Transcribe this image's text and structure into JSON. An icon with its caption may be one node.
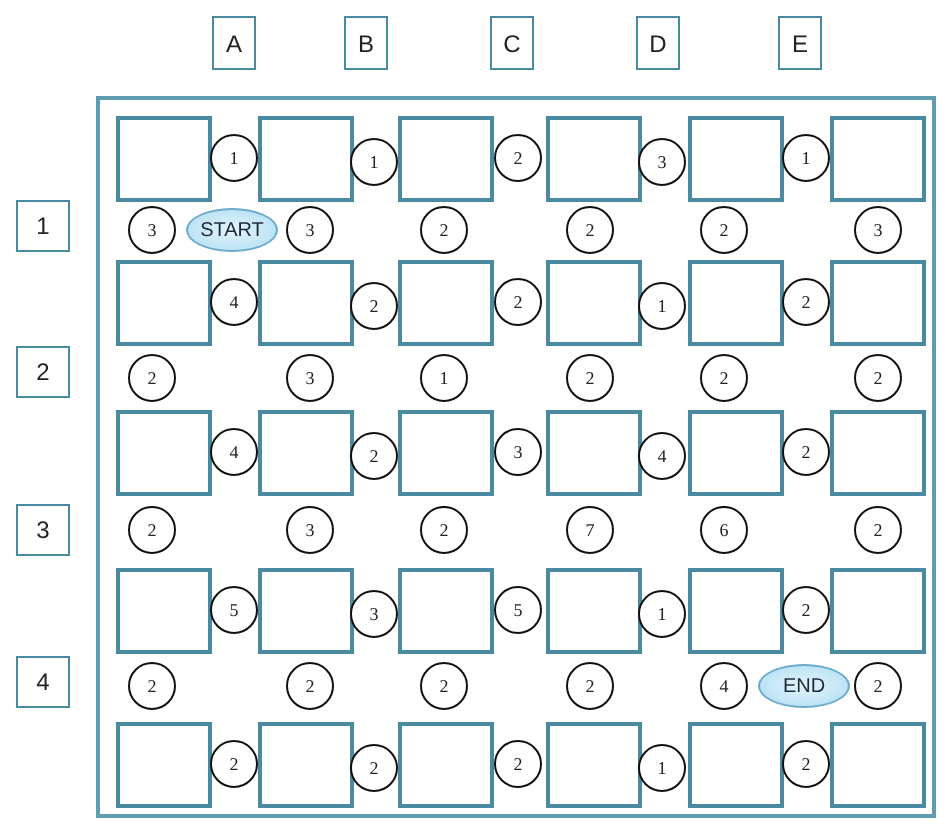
{
  "diagram": {
    "nodes": [
      {
        "text": [
          "A"
        ]
      },
      {
        "text": [
          "B"
        ]
      },
      {
        "text": [
          "C"
        ]
      },
      {
        "text": [
          "D"
        ]
      },
      {
        "text": [
          "E"
        ]
      },
      {
        "text": [
          "1"
        ]
      },
      {
        "text": [
          "2"
        ]
      },
      {
        "text": [
          "3"
        ]
      },
      {
        "text": [
          "4"
        ]
      },
      {
        "text": [],
        "shape": "box"
      },
      {
        "text": [],
        "shape": "box",
        "in": 9
      },
      {
        "text": [
          "1"
        ],
        "in": 9
      },
      {
        "text": [],
        "shape": "box",
        "in": 9
      },
      {
        "text": [
          "1"
        ],
        "in": 9
      },
      {
        "text": [],
        "shape": "box",
        "in": 9
      },
      {
        "text": [
          "2"
        ],
        "in": 9
      },
      {
        "text": [],
        "shape": "box",
        "in": 9
      },
      {
        "text": [
          "3"
        ],
        "in": 9
      },
      {
        "text": [],
        "shape": "box",
        "in": 9
      },
      {
        "text": [
          "1"
        ],
        "in": 9
      },
      {
        "text": [],
        "shape": "box",
        "in": 9
      },
      {
        "text": [
          "3"
        ],
        "in": 9
      },
      {
        "text": [
          "START"
        ],
        "in": 9
      },
      {
        "text": [
          "3"
        ],
        "in": 9
      },
      {
        "text": [
          "2"
        ],
        "in": 9
      },
      {
        "text": [
          "2"
        ],
        "in": 9
      },
      {
        "text": [
          "2"
        ],
        "in": 9
      },
      {
        "text": [
          "3"
        ],
        "in": 9
      },
      {
        "text": [],
        "shape": "box",
        "in": 9
      },
      {
        "text": [
          "4"
        ],
        "in": 9
      },
      {
        "text": [],
        "shape": "box",
        "in": 9
      },
      {
        "text": [
          "2"
        ],
        "in": 9
      },
      {
        "text": [],
        "shape": "box",
        "in": 9
      },
      {
        "text": [
          "2"
        ],
        "in": 9
      },
      {
        "text": [],
        "shape": "box",
        "in": 9
      },
      {
        "text": [
          "1"
        ],
        "in": 9
      },
      {
        "text": [],
        "shape": "box",
        "in": 9
      },
      {
        "text": [
          "2"
        ],
        "in": 9
      },
      {
        "text": [],
        "shape": "box",
        "in": 9
      },
      {
        "text": [
          "2"
        ],
        "in": 9
      },
      {
        "text": [
          "3"
        ],
        "in": 9
      },
      {
        "text": [
          "1"
        ],
        "in": 9
      },
      {
        "text": [
          "2"
        ],
        "in": 9
      },
      {
        "text": [
          "2"
        ],
        "in": 9
      },
      {
        "text": [
          "2"
        ],
        "in": 9
      },
      {
        "text": [],
        "shape": "box",
        "in": 9
      },
      {
        "text": [
          "4"
        ],
        "in": 9
      },
      {
        "text": [],
        "shape": "box",
        "in": 9
      },
      {
        "text": [
          "2"
        ],
        "in": 9
      },
      {
        "text": [],
        "shape": "box",
        "in": 9
      },
      {
        "text": [
          "3"
        ],
        "in": 9
      },
      {
        "text": [],
        "shape": "box",
        "in": 9
      },
      {
        "text": [
          "4"
        ],
        "in": 9
      },
      {
        "text": [],
        "shape": "box",
        "in": 9
      },
      {
        "text": [
          "2"
        ],
        "in": 9
      },
      {
        "text": [],
        "shape": "box",
        "in": 9
      },
      {
        "text": [
          "2"
        ],
        "in": 9
      },
      {
        "text": [
          "3"
        ],
        "in": 9
      },
      {
        "text": [
          "2"
        ],
        "in": 9
      },
      {
        "text": [
          "7"
        ],
        "in": 9
      },
      {
        "text": [
          "6"
        ],
        "in": 9
      },
      {
        "text": [
          "2"
        ],
        "in": 9
      },
      {
        "text": [],
        "shape": "box",
        "in": 9
      },
      {
        "text": [
          "5"
        ],
        "in": 9
      },
      {
        "text": [],
        "shape": "box",
        "in": 9
      },
      {
        "text": [
          "3"
        ],
        "in": 9
      },
      {
        "text": [],
        "shape": "box",
        "in": 9
      },
      {
        "text": [
          "5"
        ],
        "in": 9
      },
      {
        "text": [],
        "shape": "box",
        "in": 9
      },
      {
        "text": [
          "1"
        ],
        "in": 9
      },
      {
        "text": [],
        "shape": "box",
        "in": 9
      },
      {
        "text": [
          "2"
        ],
        "in": 9
      },
      {
        "text": [],
        "shape": "box",
        "in": 9
      },
      {
        "text": [
          "2"
        ],
        "in": 9
      },
      {
        "text": [
          "2"
        ],
        "in": 9
      },
      {
        "text": [
          "2"
        ],
        "in": 9
      },
      {
        "text": [
          "2"
        ],
        "in": 9
      },
      {
        "text": [
          "4"
        ],
        "in": 9
      },
      {
        "text": [
          "END"
        ],
        "in": 9
      },
      {
        "text": [
          "2"
        ],
        "in": 9
      },
      {
        "text": [],
        "shape": "box",
        "in": 9
      },
      {
        "text": [
          "2"
        ],
        "in": 9
      },
      {
        "text": [],
        "shape": "box",
        "in": 9
      },
      {
        "text": [
          "2"
        ],
        "in": 9
      },
      {
        "text": [],
        "shape": "box",
        "in": 9
      },
      {
        "text": [
          "2"
        ],
        "in": 9
      },
      {
        "text": [],
        "shape": "box",
        "in": 9
      },
      {
        "text": [
          "1"
        ],
        "in": 9
      },
      {
        "text": [],
        "shape": "box",
        "in": 9
      },
      {
        "text": [
          "2"
        ],
        "in": 9
      },
      {
        "text": [],
        "shape": "box",
        "in": 9
      }
    ]
  }
}
